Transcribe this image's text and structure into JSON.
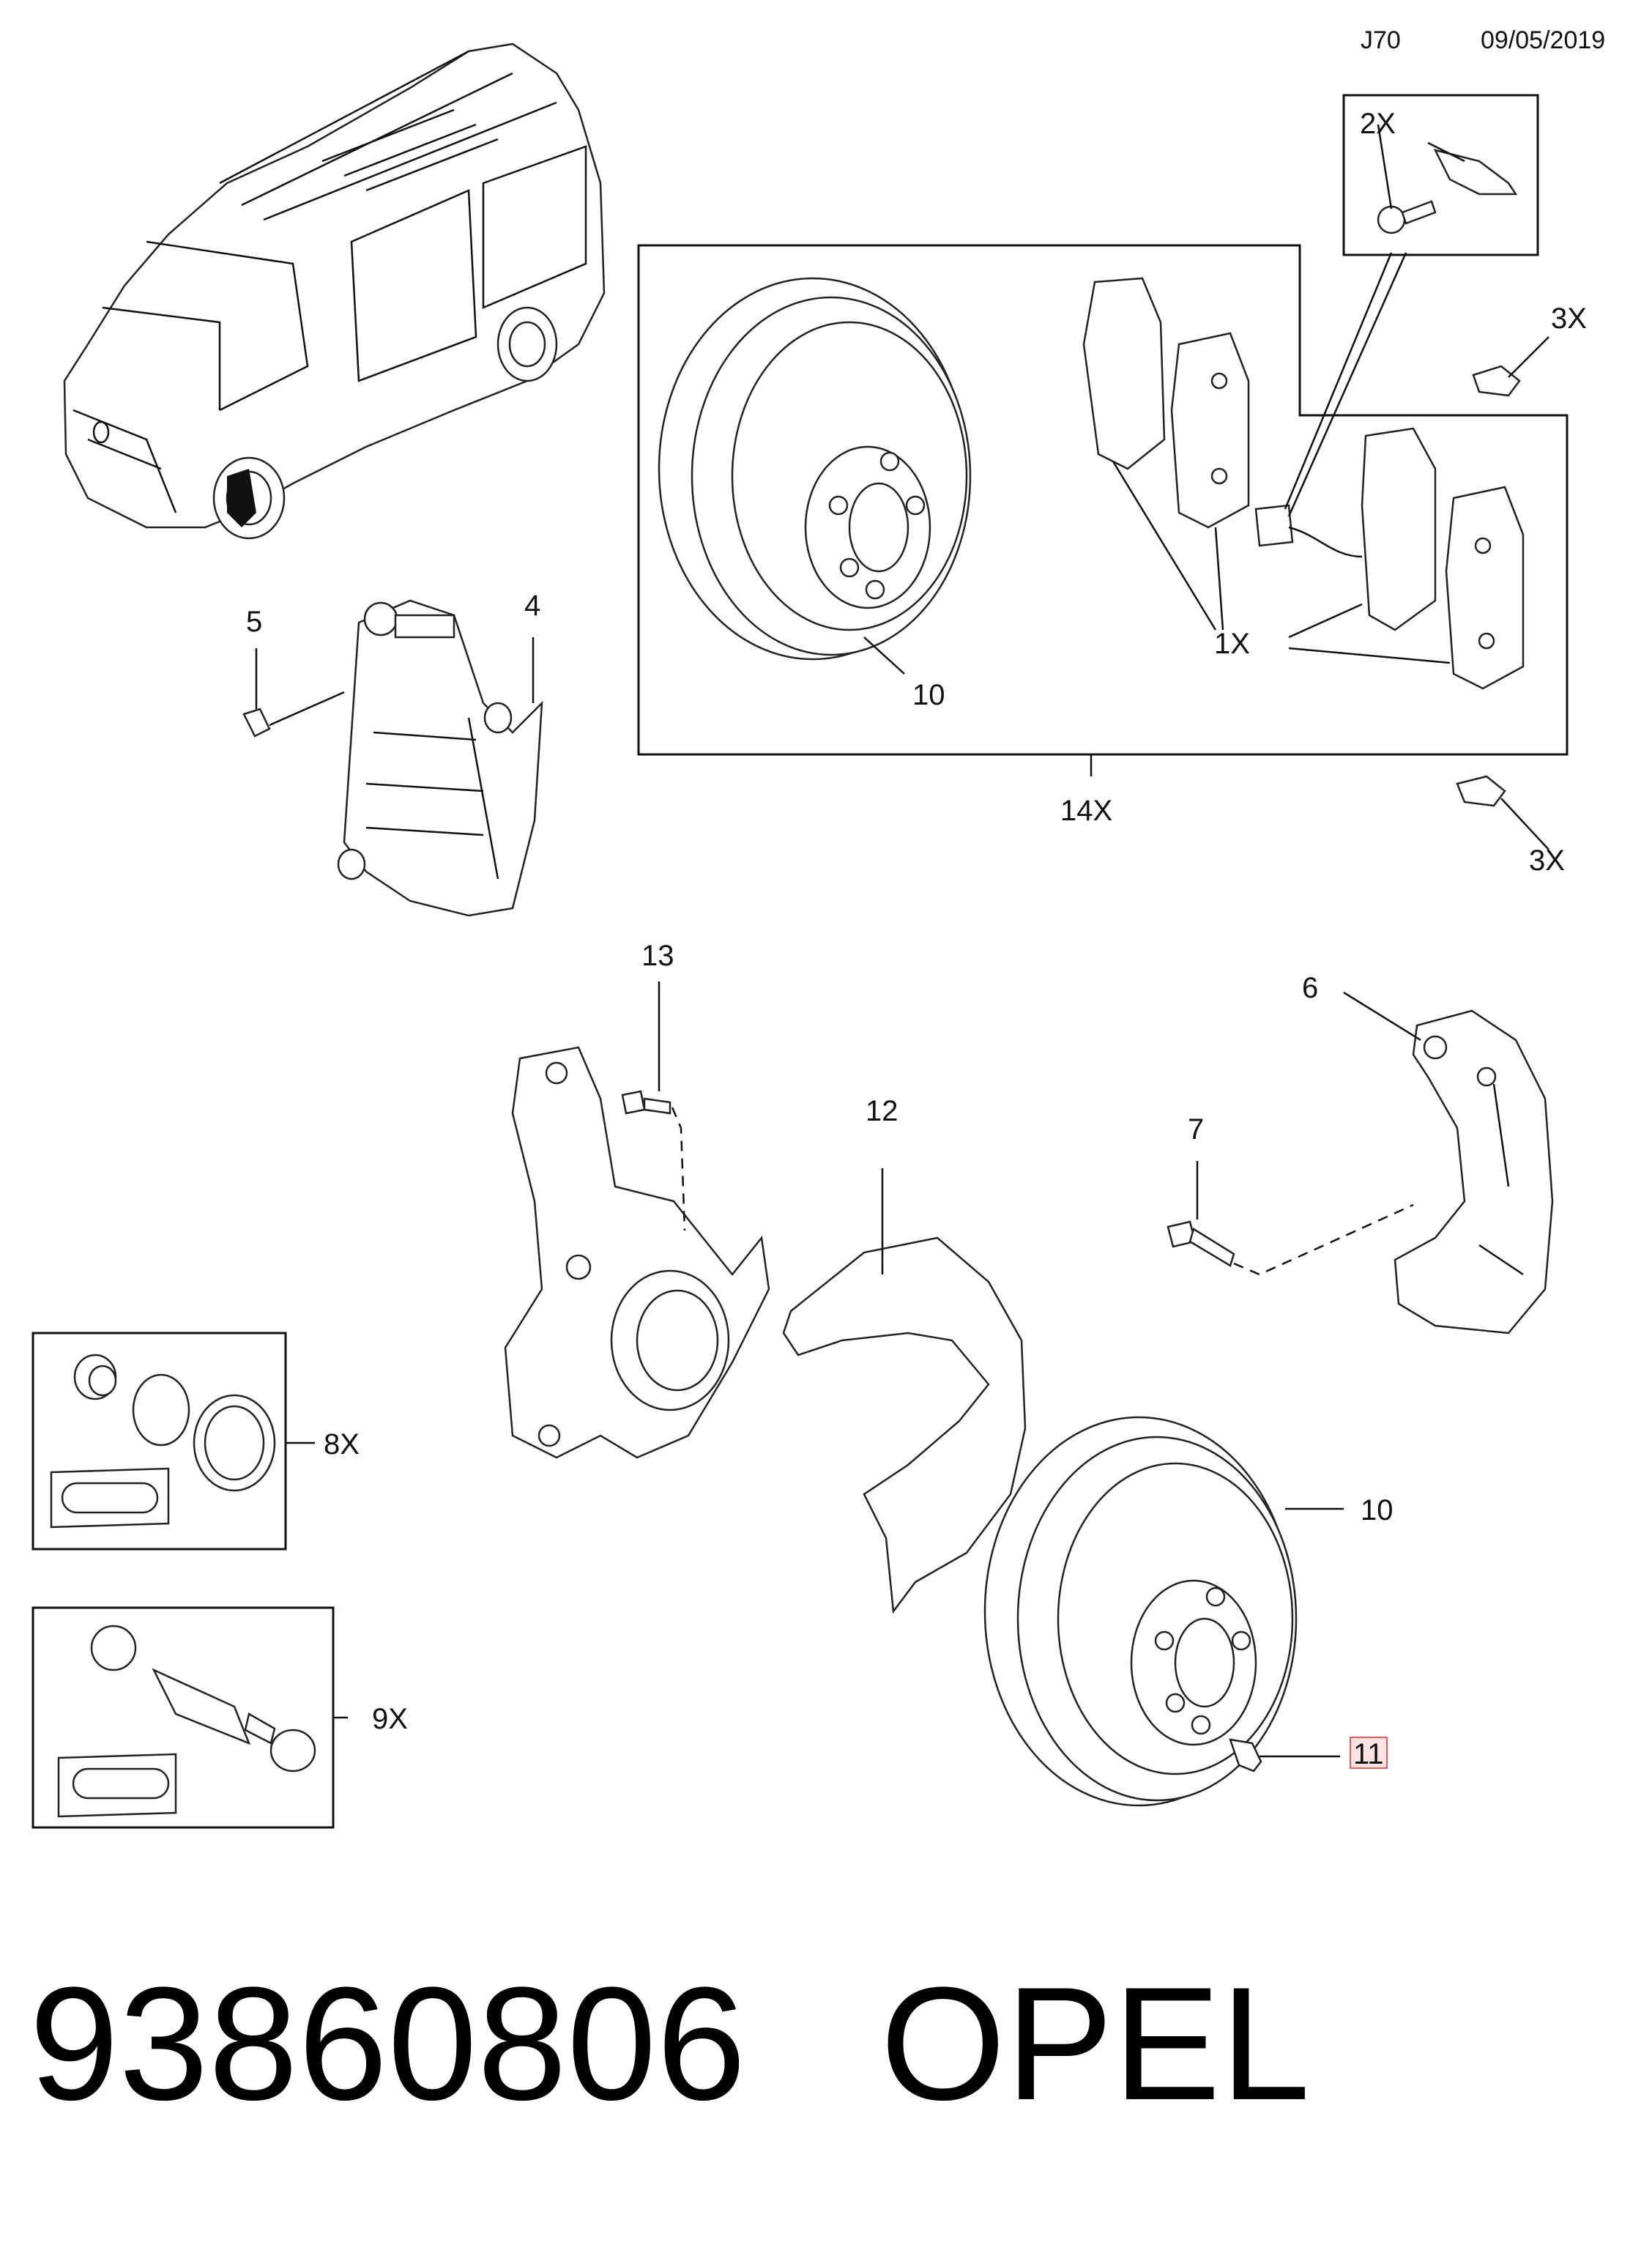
{
  "header": {
    "code": "J70",
    "date": "09/05/2019"
  },
  "callouts": {
    "c2x": "2X",
    "c3x_top": "3X",
    "c3x_bottom": "3X",
    "c1x": "1X",
    "c14x": "14X",
    "c5": "5",
    "c4": "4",
    "c10_top": "10",
    "c13": "13",
    "c12": "12",
    "c6": "6",
    "c7": "7",
    "c8x": "8X",
    "c9x": "9X",
    "c10_bottom": "10",
    "c11": "11"
  },
  "footer": {
    "part_number": "93860806",
    "brand": "OPEL"
  },
  "colors": {
    "line": "#111111",
    "highlight_fill": "#fde3e3",
    "highlight_border": "#e06060"
  }
}
